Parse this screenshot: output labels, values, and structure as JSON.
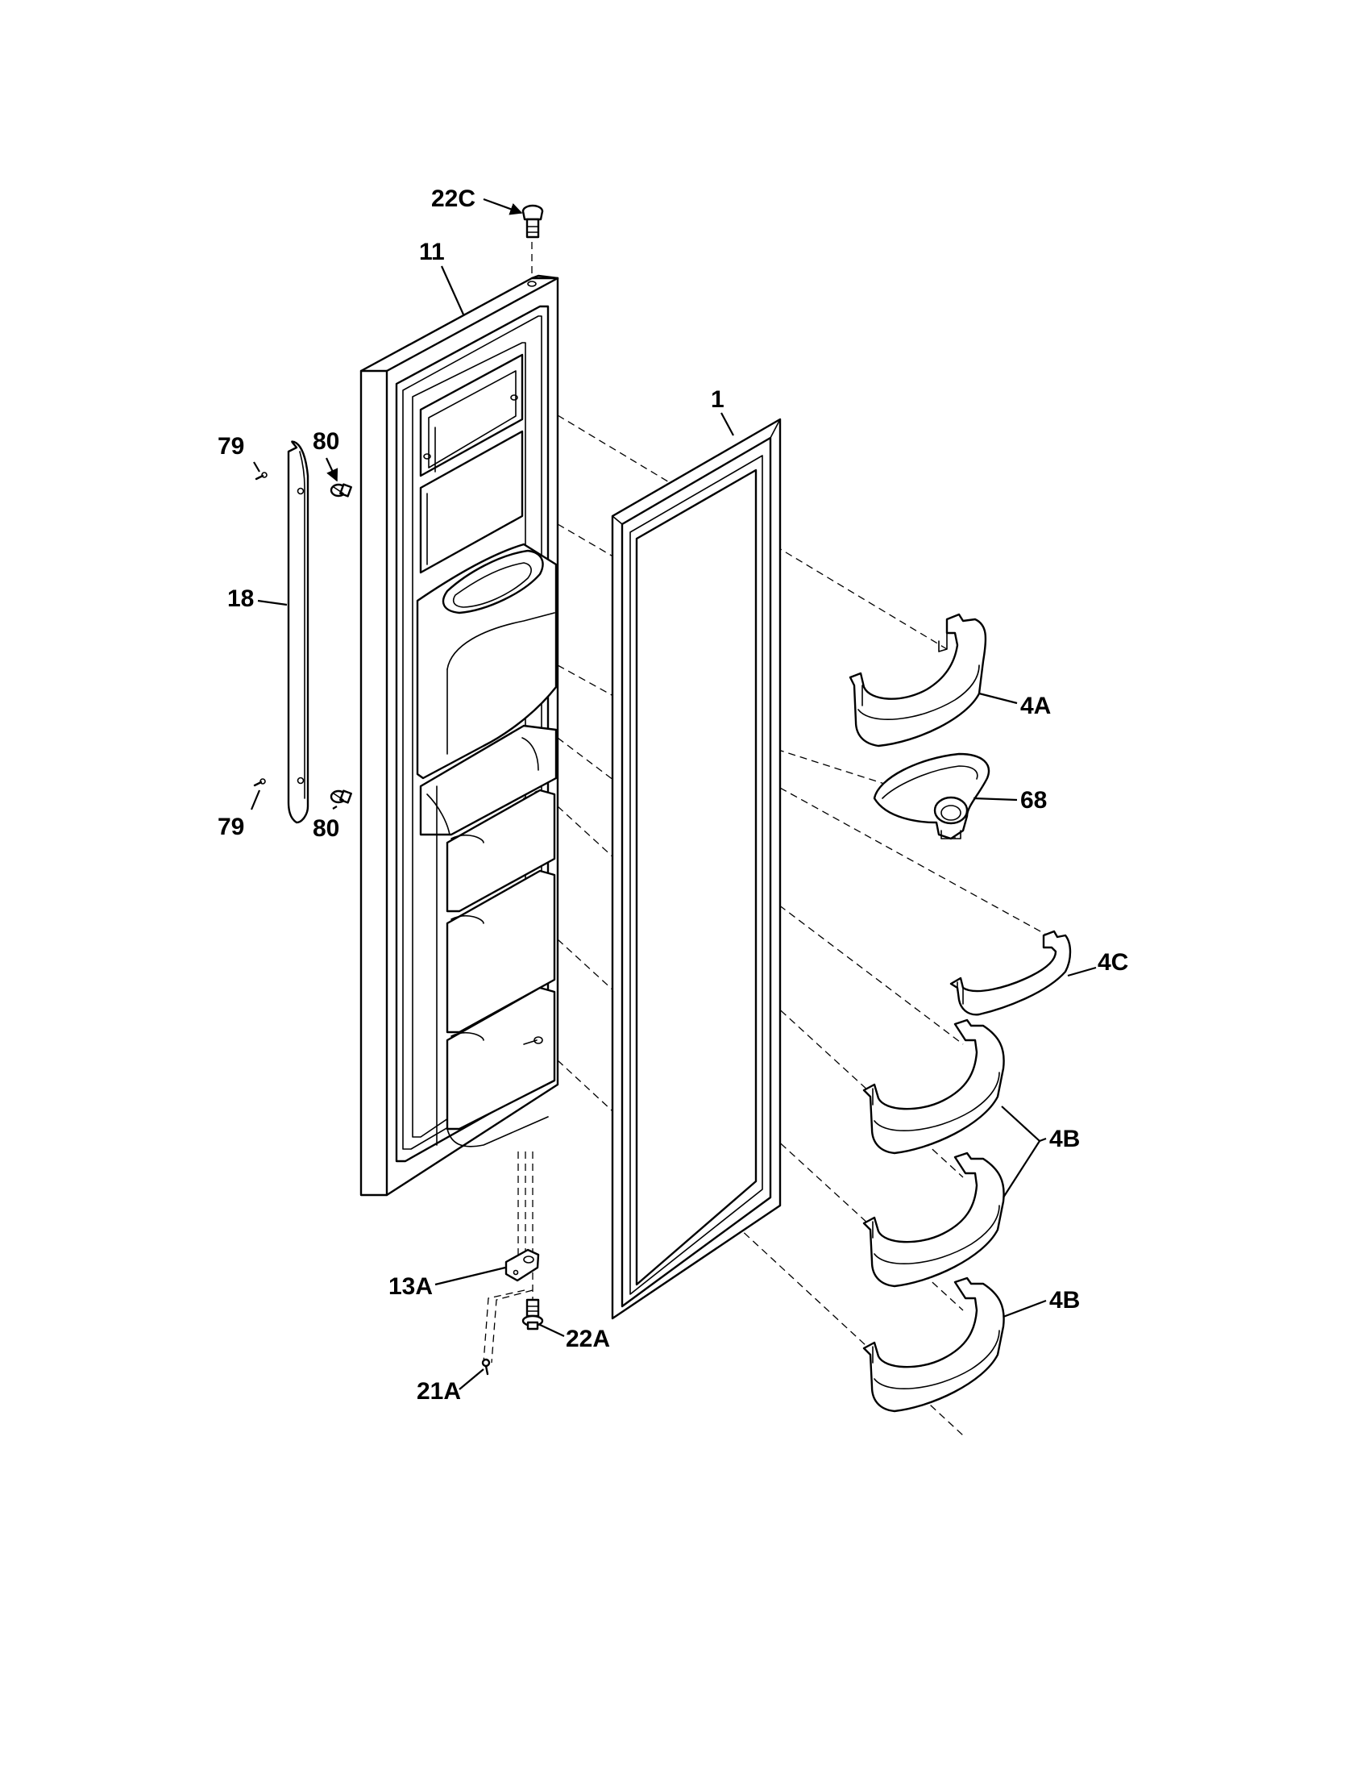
{
  "labels": {
    "p22c": "22C",
    "p11": "11",
    "p1": "1",
    "p79_top": "79",
    "p80_top": "80",
    "p18": "18",
    "p79_bot": "79",
    "p80_bot": "80",
    "p4a": "4A",
    "p68": "68",
    "p4c": "4C",
    "p4b_upper": "4B",
    "p4b_lower": "4B",
    "p13a": "13A",
    "p22a": "22A",
    "p21a": "21A"
  }
}
